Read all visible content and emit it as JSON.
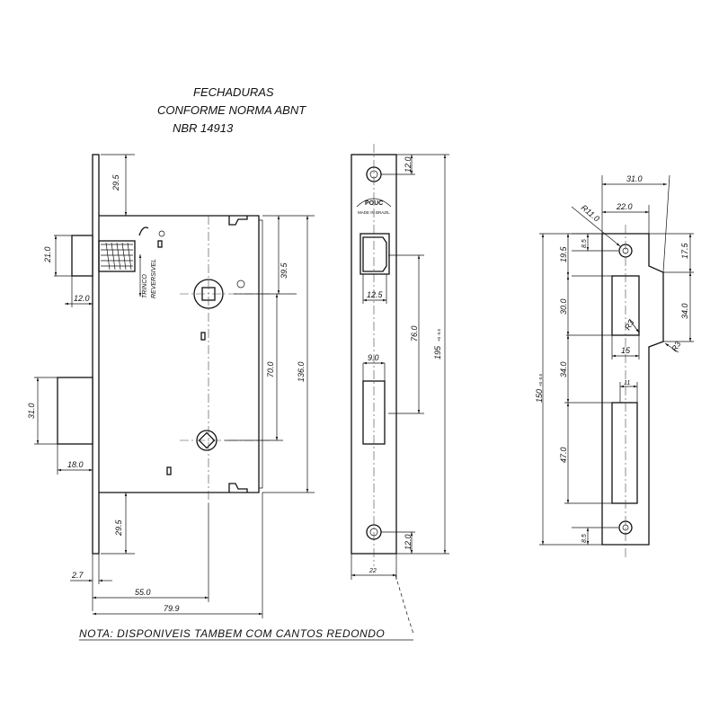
{
  "title": {
    "line1": "FECHADURAS",
    "line2": "CONFORME  NORMA  ABNT",
    "line3": "NBR  14913"
  },
  "note": "NOTA:  DISPONIVEIS  TAMBEM  COM  CANTOS  REDONDO",
  "brand": {
    "name": "POUC",
    "origin": "MADE IN BRAZIL"
  },
  "side_view": {
    "bolt_label": "TRINCO",
    "reversible_label": "REVERSIVEL",
    "dims": {
      "d29_5_top": "29.5",
      "d21_0": "21.0",
      "d12_0": "12.0",
      "d39_5": "39.5",
      "d70_0": "70.0",
      "d136_0": "136.0",
      "d31_0": "31.0",
      "d18_0": "18.0",
      "d29_5_bottom": "29.5",
      "d2_7": "2.7",
      "d55_0": "55.0",
      "d79_9": "79.9"
    }
  },
  "front_plate": {
    "dims": {
      "d12_0_top": "12.0",
      "d12_5": "12.5",
      "d76_0": "76.0",
      "d195": "195",
      "d195_tol": "+0\n-0.5",
      "d9_0": "9.0",
      "d12_0_bottom": "12.0",
      "d22": "22"
    }
  },
  "strike_plate": {
    "dims": {
      "d31_0": "31.0",
      "d22_0": "22.0",
      "r11_0": "R11.0",
      "d8_5_top": "8.5",
      "d19_5": "19.5",
      "d17_5": "17.5",
      "d30_0": "30.0",
      "d34_0_right": "34.0",
      "r3_a": "R3",
      "r3_b": "R3",
      "d15": "15",
      "d34_0_left": "34.0",
      "d150": "150",
      "d150_tol": "+0\n-0.5",
      "d11": "11",
      "d47_0": "47.0",
      "d8_5_bottom": "8.5"
    }
  }
}
